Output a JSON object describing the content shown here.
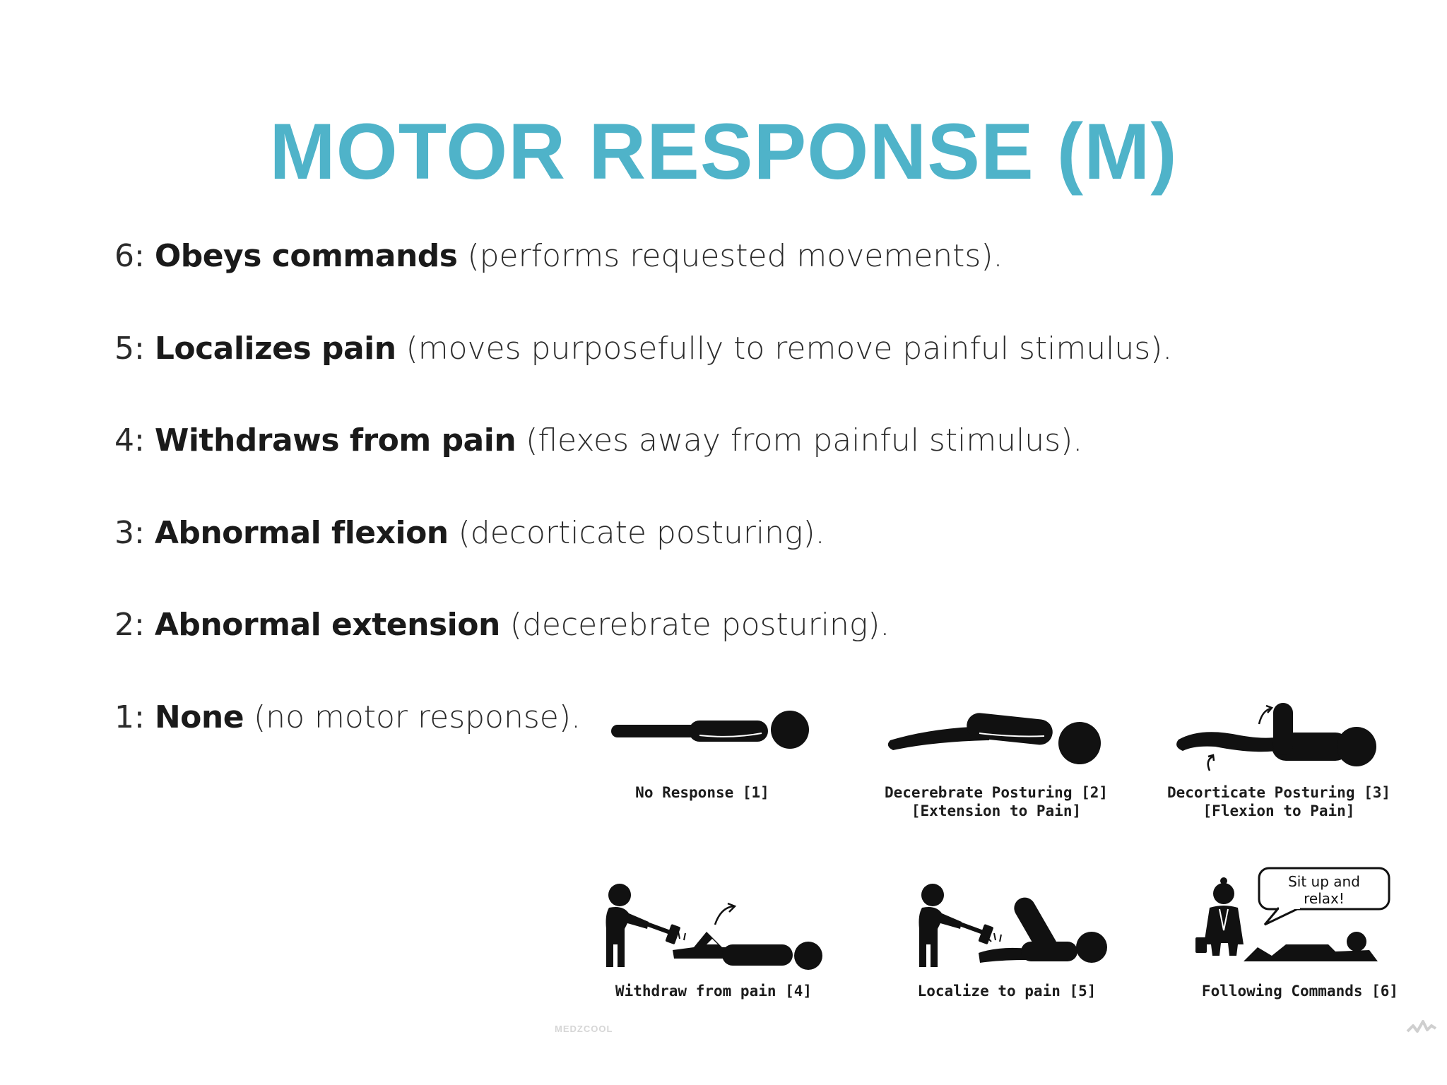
{
  "title": "MOTOR RESPONSE (M)",
  "items": [
    {
      "num": "6: ",
      "term": "Obeys commands",
      "desc": " (performs requested movements)."
    },
    {
      "num": "5: ",
      "term": "Localizes pain",
      "desc": " (moves purposefully to remove painful stimulus)."
    },
    {
      "num": "4: ",
      "term": "Withdraws from pain",
      "desc": " (flexes away from painful stimulus)."
    },
    {
      "num": "3: ",
      "term": "Abnormal flexion",
      "desc": " (decorticate posturing)."
    },
    {
      "num": "2: ",
      "term": "Abnormal extension",
      "desc": " (decerebrate posturing)."
    },
    {
      "num": "1: ",
      "term": "None",
      "desc": " (no motor response)."
    }
  ],
  "figures": {
    "no_response": {
      "caption_line1": "No Response [1]",
      "caption_line2": ""
    },
    "decerebrate": {
      "caption_line1": "Decerebrate Posturing [2]",
      "caption_line2": "[Extension to Pain]"
    },
    "decorticate": {
      "caption_line1": "Decorticate Posturing [3]",
      "caption_line2": "[Flexion to Pain]"
    },
    "withdraw": {
      "caption_line1": "Withdraw from pain [4]",
      "caption_line2": ""
    },
    "localize": {
      "caption_line1": "Localize to pain [5]",
      "caption_line2": ""
    },
    "commands": {
      "caption_line1": "Following Commands [6]",
      "caption_line2": "",
      "speech_line1": "Sit up and",
      "speech_line2": "relax!"
    }
  },
  "watermark": "MEDZCOOL",
  "colors": {
    "title": "#4fb3c9",
    "text": "#2b2b2b",
    "figure": "#111111"
  }
}
